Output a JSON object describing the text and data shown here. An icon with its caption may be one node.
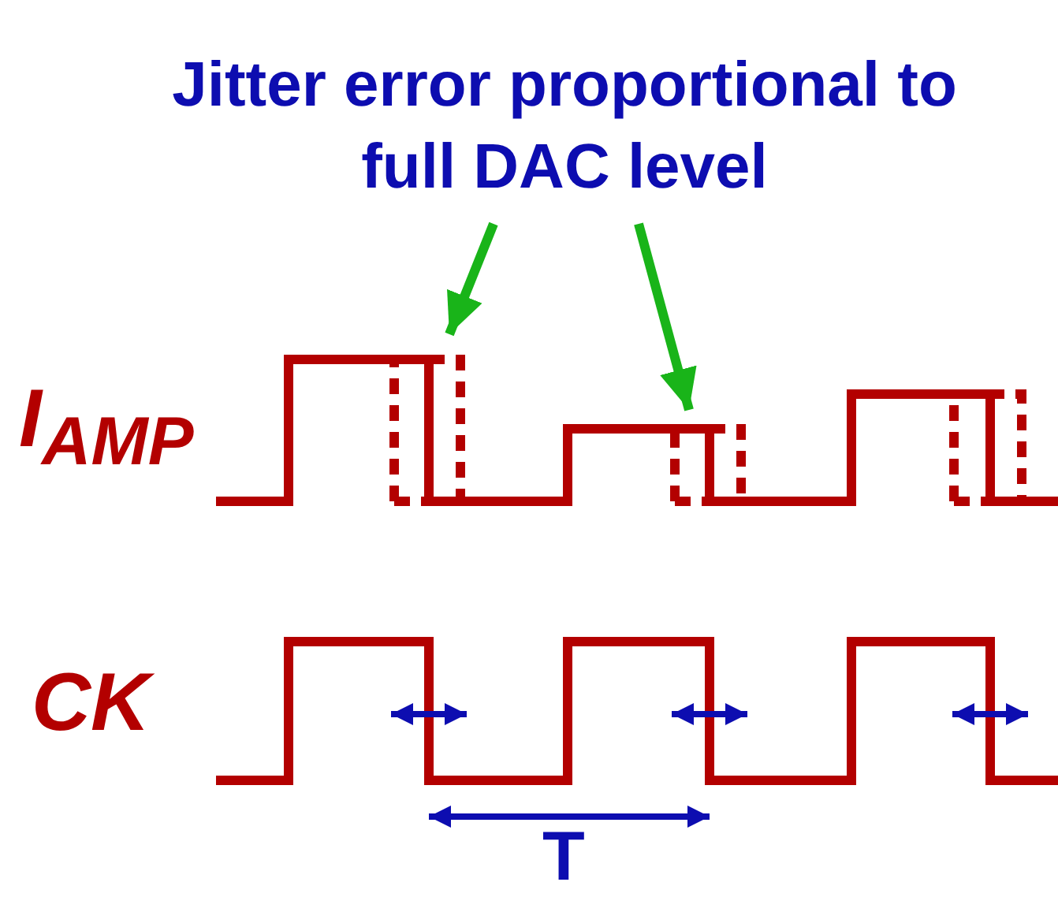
{
  "diagram": {
    "nodes": [
      {
        "text": [
          "Jitter error proportional to full DAC level"
        ]
      },
      {
        "text": [],
        "shape": "picture"
      },
      {
        "text": [],
        "shape": "picture"
      }
    ],
    "edges": [
      {
        "from": 0,
        "to": 1,
        "arrow": "to"
      },
      {
        "from": 0,
        "to": 2,
        "arrow": "to"
      }
    ],
    "labels": [
      "I$_{AMP}$",
      "CK",
      "T"
    ]
  }
}
